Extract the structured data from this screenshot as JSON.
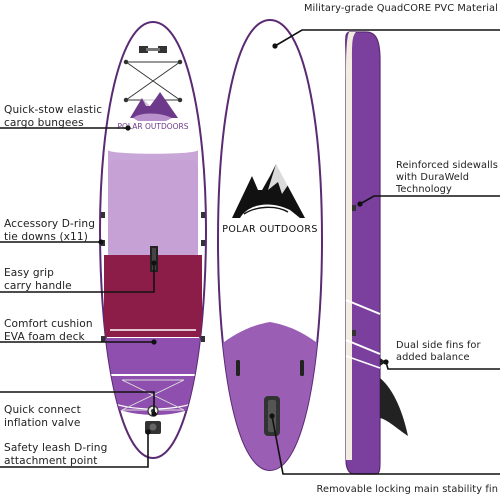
{
  "callouts": {
    "cargo_bungees": "Quick-stow elastic\ncargo bungees",
    "d_ring_tie_downs": "Accessory D-ring\ntie downs (x11)",
    "carry_handle": "Easy grip\ncarry handle",
    "foam_deck": "Comfort cushion\nEVA foam deck",
    "inflation_valve": "Quick connect\ninflation valve",
    "leash_ring": "Safety leash D-ring\nattachment point",
    "pvc_material": "Military-grade QuadCORE PVC Material",
    "sidewalls": "Reinforced sidewalls\nwith DuraWeld\nTechnology",
    "side_fins": "Dual side fins for\nadded balance",
    "main_fin": "Removable locking main stability fin"
  },
  "brand": {
    "deck_logo_text": "POLAR OUTDOORS",
    "bottom_logo_text": "POLAR OUTDOORS"
  },
  "colors": {
    "purple": "#7b3f9e",
    "light_purple": "#c7a3d6",
    "deck_purple": "#9a5fb5",
    "maroon": "#8c1d48",
    "outline": "#5a2a72"
  }
}
